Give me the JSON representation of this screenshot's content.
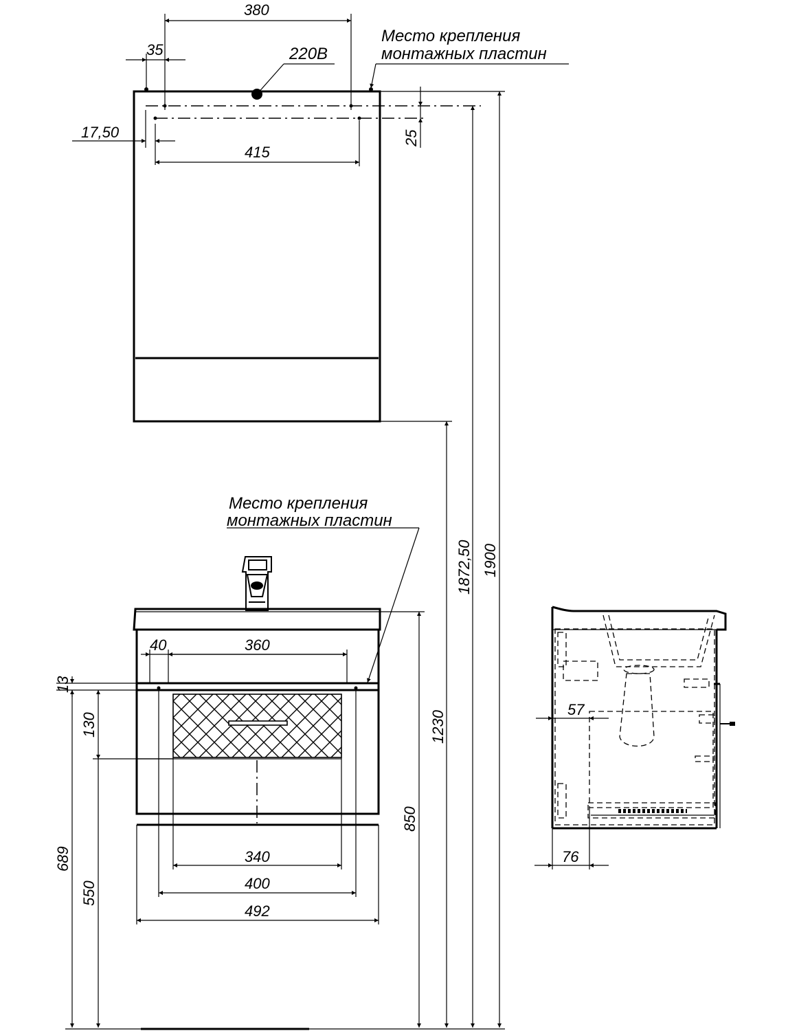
{
  "notes": {
    "mount_plates_line1": "Место крепления",
    "mount_plates_line2": "монтажных пластин",
    "power_label": "220В"
  },
  "dimensions": {
    "mirror_hole_spacing": "380",
    "mirror_hole_offset": "35",
    "mirror_side_offset": "17,50",
    "mirror_rail_length": "415",
    "mirror_rail_drop": "25",
    "height_1872": "1872,50",
    "height_1900": "1900",
    "height_1230": "1230",
    "height_850": "850",
    "cabinet_hole_offset": "40",
    "cabinet_hole_spacing": "360",
    "cabinet_top_offset": "13",
    "drawer_height": "130",
    "height_689": "689",
    "height_550": "550",
    "drawer_width": "340",
    "rail_width": "400",
    "cabinet_width": "492",
    "side_offset_57": "57",
    "side_depth_76": "76"
  }
}
